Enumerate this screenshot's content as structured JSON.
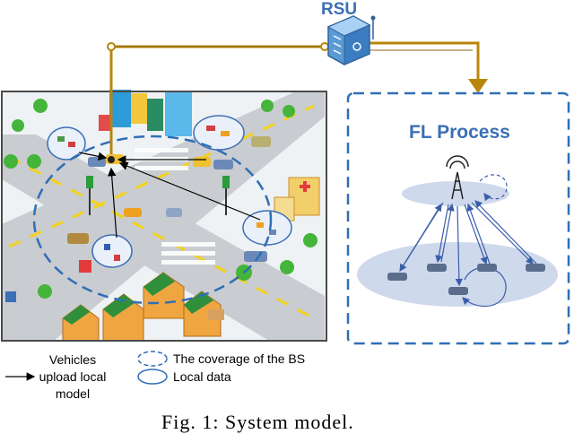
{
  "rsu": {
    "label": "RSU"
  },
  "fl_process": {
    "label": "FL Process"
  },
  "legend": {
    "vehicles_upload": "Vehicles upload local model",
    "coverage": "The coverage of the BS",
    "local_data": "Local data"
  },
  "caption": "Fig. 1: System model.",
  "colors": {
    "link": "#b8860b",
    "accent_blue": "#3b6fb6",
    "road": "#c9ccd1",
    "grass": "#eef2f4",
    "fl_ellipse": "#cfd9ec"
  }
}
